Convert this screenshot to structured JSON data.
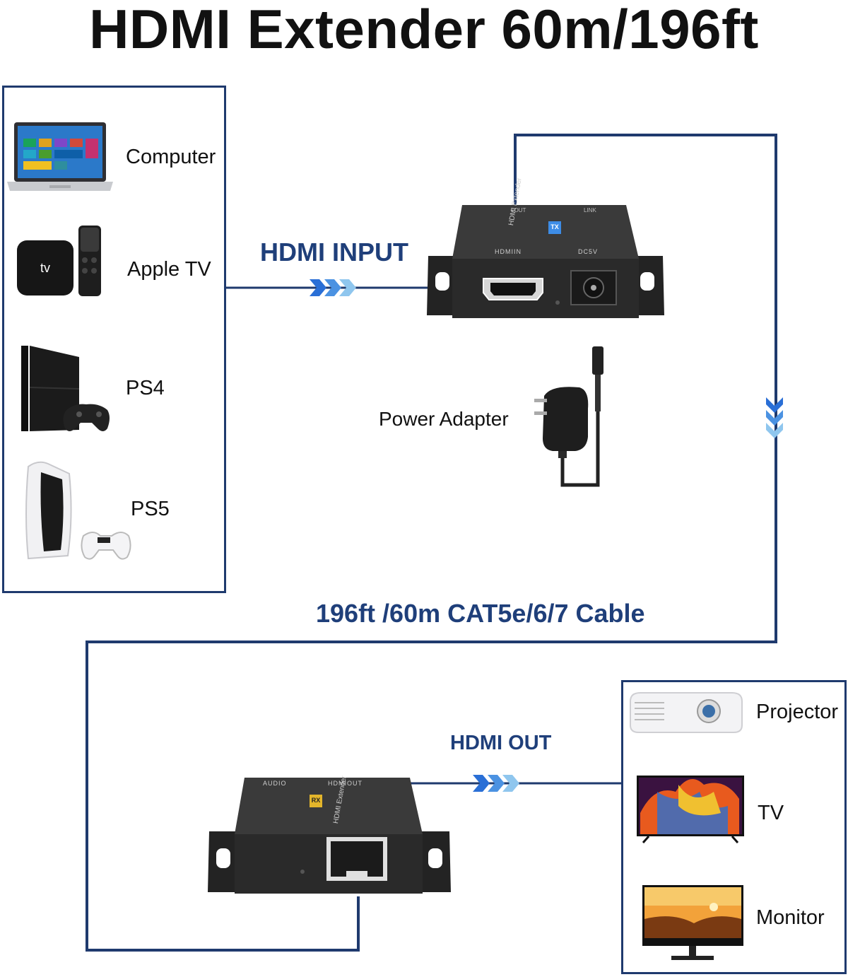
{
  "title": "HDMI Extender 60m/196ft",
  "sources": [
    {
      "label": "Computer",
      "icon": "laptop-icon"
    },
    {
      "label": "Apple TV",
      "icon": "apple-tv-icon"
    },
    {
      "label": "PS4",
      "icon": "ps4-console-icon"
    },
    {
      "label": "PS5",
      "icon": "ps5-console-icon"
    }
  ],
  "displays": [
    {
      "label": "Projector",
      "icon": "projector-icon"
    },
    {
      "label": "TV",
      "icon": "tv-icon"
    },
    {
      "label": "Monitor",
      "icon": "monitor-icon"
    }
  ],
  "connections": {
    "input": "HDMI INPUT",
    "output": "HDMI OUT",
    "cable": "196ft /60m CAT5e/6/7 Cable",
    "power": "Power Adapter"
  },
  "transmitter": {
    "badge": "TX",
    "brand": "HDMI Extender",
    "port_hdmi": "HDMIIN",
    "port_dc": "DC5V",
    "top_left": "LOUT",
    "top_right": "LINK",
    "icon": "transmitter-device-icon"
  },
  "receiver": {
    "badge": "RX",
    "brand": "HDMI Extender",
    "port_audio": "AUDIO",
    "port_hdmi": "HDMIOUT",
    "icon": "receiver-device-icon"
  },
  "colors": {
    "line": "#1f3a6e",
    "label": "#1f3f7a",
    "arrow_dark": "#2a6fd6",
    "arrow_light": "#8fc6ee",
    "device": "#2b2b2b"
  }
}
